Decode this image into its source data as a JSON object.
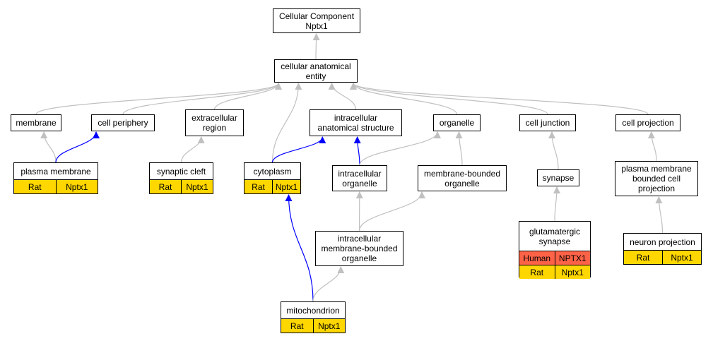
{
  "colors": {
    "gray_edge": "#c0c0c0",
    "blue_edge": "#0000ff",
    "rat_fill": "#ffd700",
    "human_fill": "#ff6347"
  },
  "nodes": {
    "root": {
      "line1": "Cellular Component",
      "line2": "Nptx1"
    },
    "cae": {
      "line1": "cellular anatomical",
      "line2": "entity"
    },
    "membrane": {
      "label": "membrane"
    },
    "cell_periphery": {
      "label": "cell periphery"
    },
    "extracellular_region": {
      "line1": "extracellular",
      "line2": "region"
    },
    "ias": {
      "line1": "intracellular",
      "line2": "anatomical structure"
    },
    "organelle": {
      "label": "organelle"
    },
    "cell_junction": {
      "label": "cell junction"
    },
    "cell_projection": {
      "label": "cell projection"
    },
    "intracellular_organelle": {
      "line1": "intracellular",
      "line2": "organelle"
    },
    "mbo": {
      "line1": "membrane-bounded",
      "line2": "organelle"
    },
    "synapse": {
      "label": "synapse"
    },
    "pmbcp": {
      "line1": "plasma membrane",
      "line2": "bounded cell",
      "line3": "projection"
    },
    "imbo": {
      "line1": "intracellular",
      "line2": "membrane-bounded",
      "line3": "organelle"
    }
  },
  "genes": {
    "plasma_membrane": {
      "title": "plasma membrane",
      "rows": [
        {
          "species": "Rat",
          "gene": "Nptx1"
        }
      ]
    },
    "synaptic_cleft": {
      "title": "synaptic cleft",
      "rows": [
        {
          "species": "Rat",
          "gene": "Nptx1"
        }
      ]
    },
    "cytoplasm": {
      "title": "cytoplasm",
      "rows": [
        {
          "species": "Rat",
          "gene": "Nptx1"
        }
      ]
    },
    "glutamatergic_synapse": {
      "line1": "glutamatergic",
      "line2": "synapse",
      "rows": [
        {
          "species": "Human",
          "gene": "NPTX1"
        },
        {
          "species": "Rat",
          "gene": "Nptx1"
        }
      ]
    },
    "neuron_projection": {
      "title": "neuron projection",
      "rows": [
        {
          "species": "Rat",
          "gene": "Nptx1"
        }
      ]
    },
    "mitochondrion": {
      "title": "mitochondrion",
      "rows": [
        {
          "species": "Rat",
          "gene": "Nptx1"
        }
      ]
    }
  },
  "edges": [
    {
      "from": "cae",
      "to": "root",
      "color": "gray"
    },
    {
      "from": "membrane",
      "to": "cae",
      "color": "gray"
    },
    {
      "from": "cell_periphery",
      "to": "cae",
      "color": "gray"
    },
    {
      "from": "extracellular_region",
      "to": "cae",
      "color": "gray"
    },
    {
      "from": "cytoplasm",
      "to": "cae",
      "color": "gray"
    },
    {
      "from": "ias",
      "to": "cae",
      "color": "gray"
    },
    {
      "from": "organelle",
      "to": "cae",
      "color": "gray"
    },
    {
      "from": "cell_junction",
      "to": "cae",
      "color": "gray"
    },
    {
      "from": "cell_projection",
      "to": "cae",
      "color": "gray"
    },
    {
      "from": "plasma_membrane",
      "to": "membrane",
      "color": "gray"
    },
    {
      "from": "plasma_membrane",
      "to": "cell_periphery",
      "color": "blue"
    },
    {
      "from": "synaptic_cleft",
      "to": "extracellular_region",
      "color": "gray"
    },
    {
      "from": "cytoplasm",
      "to": "ias",
      "color": "blue"
    },
    {
      "from": "intracellular_organelle",
      "to": "ias",
      "color": "blue"
    },
    {
      "from": "intracellular_organelle",
      "to": "organelle",
      "color": "gray"
    },
    {
      "from": "mbo",
      "to": "organelle",
      "color": "gray"
    },
    {
      "from": "synapse",
      "to": "cell_junction",
      "color": "gray"
    },
    {
      "from": "pmbcp",
      "to": "cell_projection",
      "color": "gray"
    },
    {
      "from": "imbo",
      "to": "intracellular_organelle",
      "color": "gray"
    },
    {
      "from": "imbo",
      "to": "mbo",
      "color": "gray"
    },
    {
      "from": "glutamatergic_synapse",
      "to": "synapse",
      "color": "gray"
    },
    {
      "from": "neuron_projection",
      "to": "pmbcp",
      "color": "gray"
    },
    {
      "from": "mitochondrion",
      "to": "cytoplasm",
      "color": "blue"
    },
    {
      "from": "mitochondrion",
      "to": "imbo",
      "color": "gray"
    }
  ]
}
